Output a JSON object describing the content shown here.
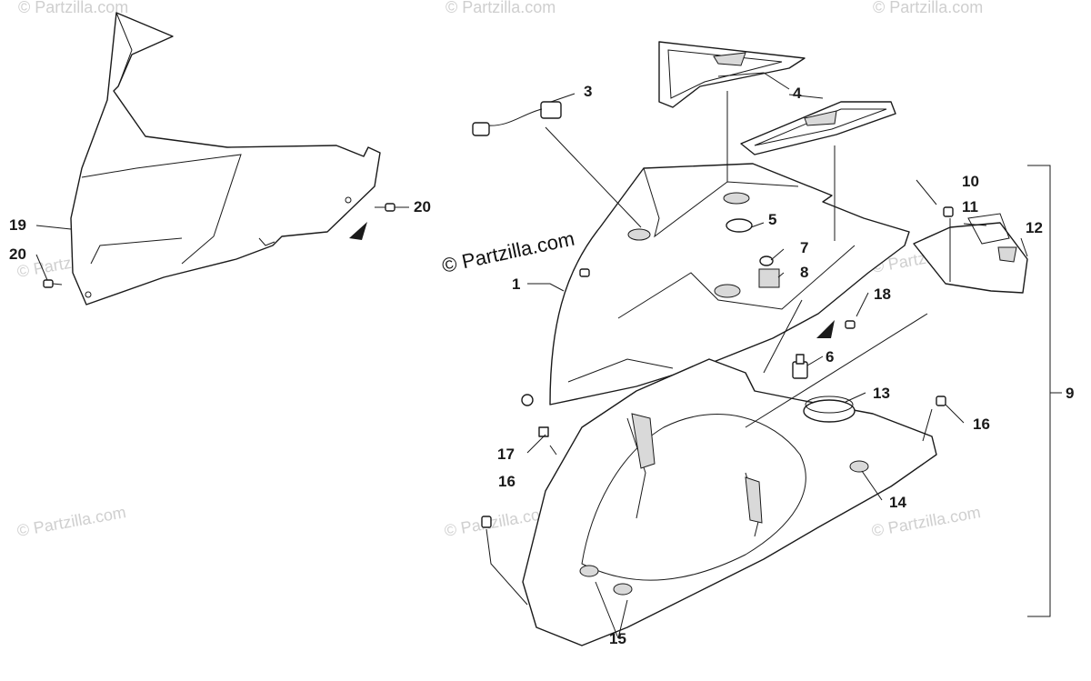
{
  "copyright": "© Partzilla.com",
  "watermark_text": "© Partzilla.com",
  "callouts": {
    "c1": "1",
    "c3": "3",
    "c4": "4",
    "c5": "5",
    "c6": "6",
    "c7": "7",
    "c8": "8",
    "c9": "9",
    "c10": "10",
    "c11": "11",
    "c12": "12",
    "c13": "13",
    "c14": "14",
    "c15": "15",
    "c16a": "16",
    "c16b": "16",
    "c17": "17",
    "c18": "18",
    "c19": "19",
    "c20a": "20",
    "c20b": "20"
  },
  "colors": {
    "line": "#1a1a1a",
    "watermark": "#cfcfcf",
    "background": "#ffffff"
  }
}
